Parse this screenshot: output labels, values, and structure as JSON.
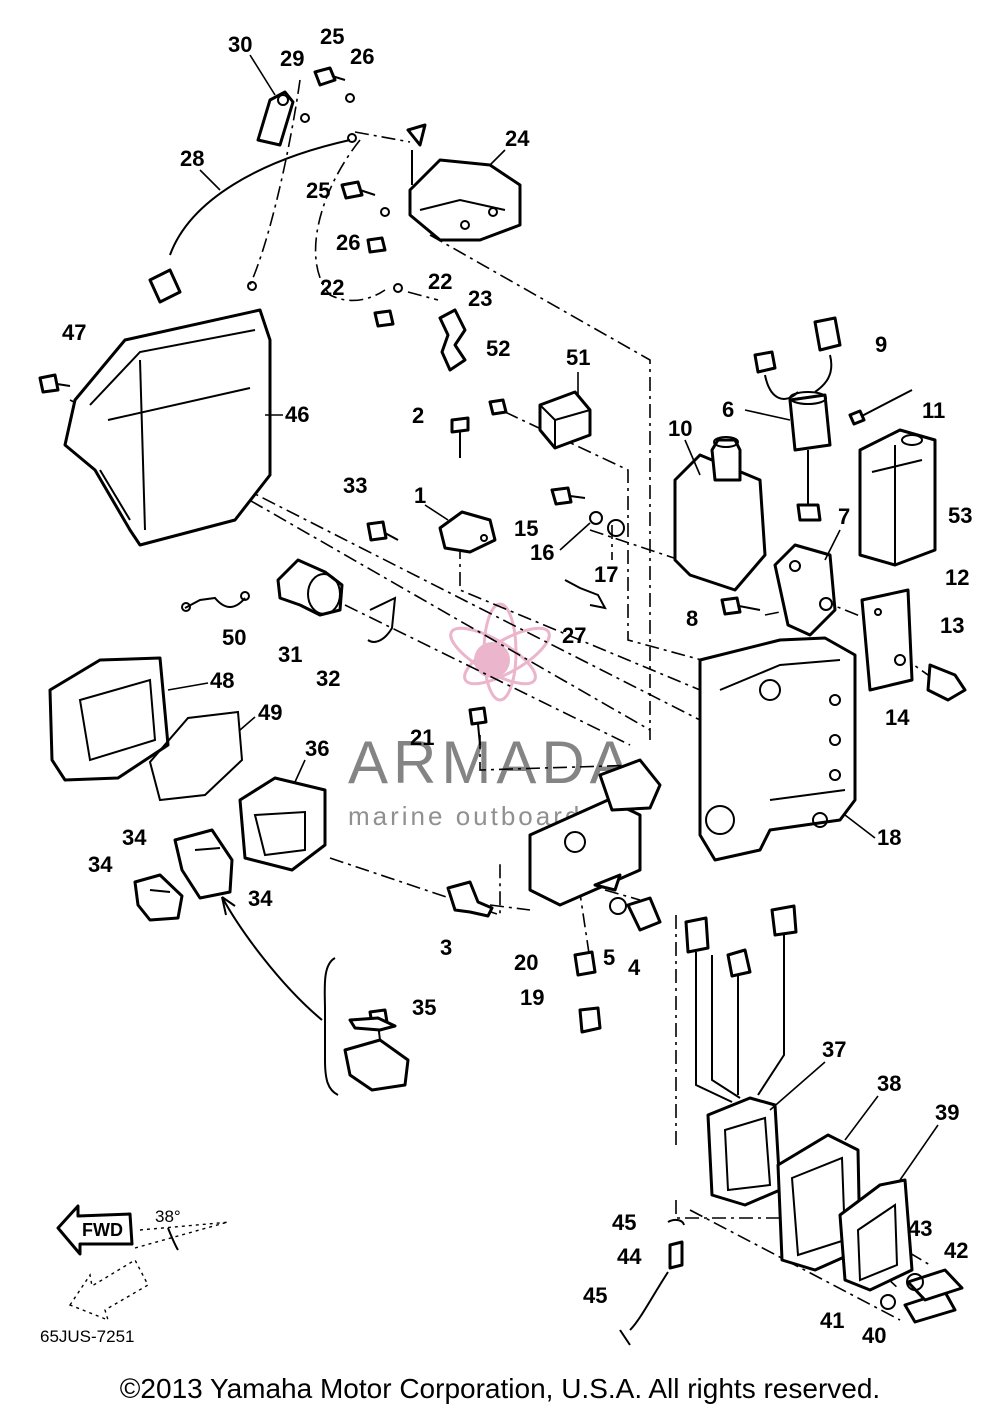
{
  "callouts": {
    "n1": "1",
    "n2": "2",
    "n3": "3",
    "n4": "4",
    "n5": "5",
    "n6": "6",
    "n7": "7",
    "n8": "8",
    "n9": "9",
    "n10": "10",
    "n11": "11",
    "n12": "12",
    "n13": "13",
    "n14": "14",
    "n15": "15",
    "n16": "16",
    "n17": "17",
    "n18": "18",
    "n19": "19",
    "n20": "20",
    "n21": "21",
    "n22": "22",
    "n23": "23",
    "n24": "24",
    "n25": "25",
    "n26": "26",
    "n27": "27",
    "n28": "28",
    "n29": "29",
    "n30": "30",
    "n31": "31",
    "n32": "32",
    "n33": "33",
    "n34": "34",
    "n35": "35",
    "n36": "36",
    "n37": "37",
    "n38": "38",
    "n39": "39",
    "n40": "40",
    "n41": "41",
    "n42": "42",
    "n43": "43",
    "n44": "44",
    "n45": "45",
    "n46": "46",
    "n47": "47",
    "n48": "48",
    "n49": "49",
    "n50": "50",
    "n51": "51",
    "n52": "52",
    "n53": "53"
  },
  "orientation": {
    "fwd_label": "FWD",
    "angle_label": "38°"
  },
  "drawing_code": "65JUS-7251",
  "watermark": {
    "brand": "ARMADA",
    "tagline": "marine outboards",
    "accent_color": "#e8a9c4"
  },
  "copyright": "©2013 Yamaha Motor Corporation, U.S.A. All rights reserved."
}
